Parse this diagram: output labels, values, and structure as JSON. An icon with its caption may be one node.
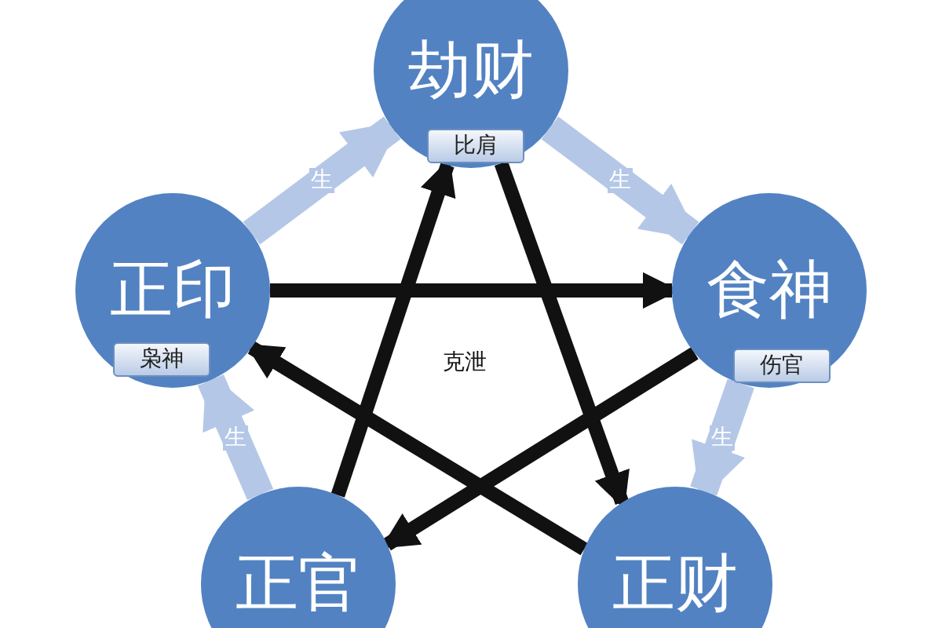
{
  "diagram": {
    "nodes": [
      {
        "text": [
          "劫财"
        ]
      },
      {
        "text": [
          "比肩"
        ],
        "in": 0
      },
      {
        "text": [
          "正印"
        ]
      },
      {
        "text": [
          "枭神"
        ],
        "in": 2
      },
      {
        "text": [
          "食神"
        ]
      },
      {
        "text": [
          "伤官"
        ],
        "in": 4
      },
      {
        "text": [
          "正官"
        ]
      },
      {
        "text": [
          "正财"
        ]
      }
    ],
    "edges": [
      {
        "from": 2,
        "to": 4,
        "arrow": "to"
      },
      {
        "from": 6,
        "to": 0,
        "arrow": "to"
      },
      {
        "from": 0,
        "to": 7,
        "arrow": "to"
      },
      {
        "from": 4,
        "to": 6,
        "arrow": "to"
      },
      {
        "from": 7,
        "to": 2,
        "arrow": "to"
      },
      {
        "from": 2,
        "to": 0,
        "arrow": "to",
        "label": "生",
        "style": "thick",
        "color": "#b4c7e7"
      },
      {
        "from": 0,
        "to": 4,
        "arrow": "to",
        "label": "生",
        "style": "thick",
        "color": "#b4c7e7"
      },
      {
        "from": 4,
        "to": 7,
        "arrow": "to",
        "label": "生",
        "style": "thick",
        "color": "#b4c7e7"
      },
      {
        "from": 6,
        "to": 2,
        "arrow": "to",
        "label": "生",
        "style": "thick",
        "color": "#b4c7e7"
      }
    ],
    "labels": [
      "克泄"
    ]
  }
}
